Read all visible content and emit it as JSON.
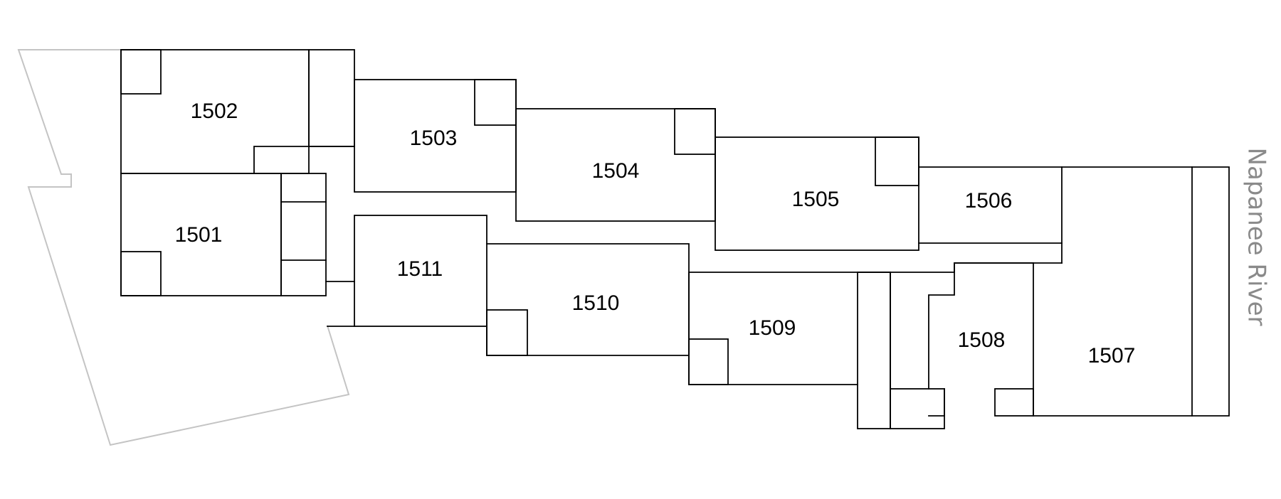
{
  "colors": {
    "walls": "#000000",
    "site_outline": "#c4c4c4",
    "river_label": "#8a8a8a",
    "background": "#ffffff"
  },
  "rooms": [
    {
      "id": "1501",
      "label": "1501"
    },
    {
      "id": "1502",
      "label": "1502"
    },
    {
      "id": "1503",
      "label": "1503"
    },
    {
      "id": "1504",
      "label": "1504"
    },
    {
      "id": "1505",
      "label": "1505"
    },
    {
      "id": "1506",
      "label": "1506"
    },
    {
      "id": "1507",
      "label": "1507"
    },
    {
      "id": "1508",
      "label": "1508"
    },
    {
      "id": "1509",
      "label": "1509"
    },
    {
      "id": "1510",
      "label": "1510"
    },
    {
      "id": "1511",
      "label": "1511"
    }
  ],
  "river": {
    "label": "Napanee River"
  }
}
